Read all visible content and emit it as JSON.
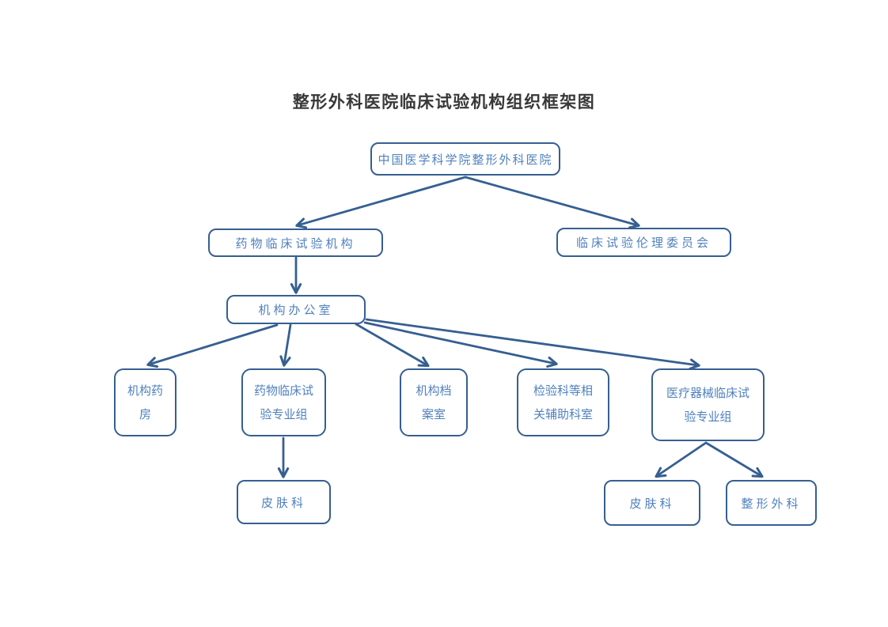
{
  "title": "整形外科医院临床试验机构组织框架图",
  "colors": {
    "box_border": "#365F91",
    "box_text": "#4F81BD",
    "connector": "#365F91",
    "title_text": "#383838",
    "background": "#ffffff"
  },
  "nodes": {
    "root": {
      "label": "中国医学科学院整形外科医院"
    },
    "drug_org": {
      "label": "药物临床试验机构"
    },
    "ethics": {
      "label": "临床试验伦理委员会"
    },
    "office": {
      "label": "机构办公室"
    },
    "pharmacy": {
      "label": "机构药房"
    },
    "drug_group": {
      "label": "药物临床试验专业组"
    },
    "archives": {
      "label": "机构档案室"
    },
    "auxiliary": {
      "label": "检验科等相关辅助科室"
    },
    "device_group": {
      "label": "医疗器械临床试验专业组"
    },
    "dermatology_drug": {
      "label": "皮肤科"
    },
    "dermatology_device": {
      "label": "皮肤科"
    },
    "plastic_surgery": {
      "label": "整形外科"
    }
  },
  "edges": [
    {
      "from": "root",
      "to": "drug_org"
    },
    {
      "from": "root",
      "to": "ethics"
    },
    {
      "from": "drug_org",
      "to": "office"
    },
    {
      "from": "office",
      "to": "pharmacy"
    },
    {
      "from": "office",
      "to": "drug_group"
    },
    {
      "from": "office",
      "to": "archives"
    },
    {
      "from": "office",
      "to": "auxiliary"
    },
    {
      "from": "office",
      "to": "device_group"
    },
    {
      "from": "drug_group",
      "to": "dermatology_drug"
    },
    {
      "from": "device_group",
      "to": "dermatology_device"
    },
    {
      "from": "device_group",
      "to": "plastic_surgery"
    }
  ]
}
